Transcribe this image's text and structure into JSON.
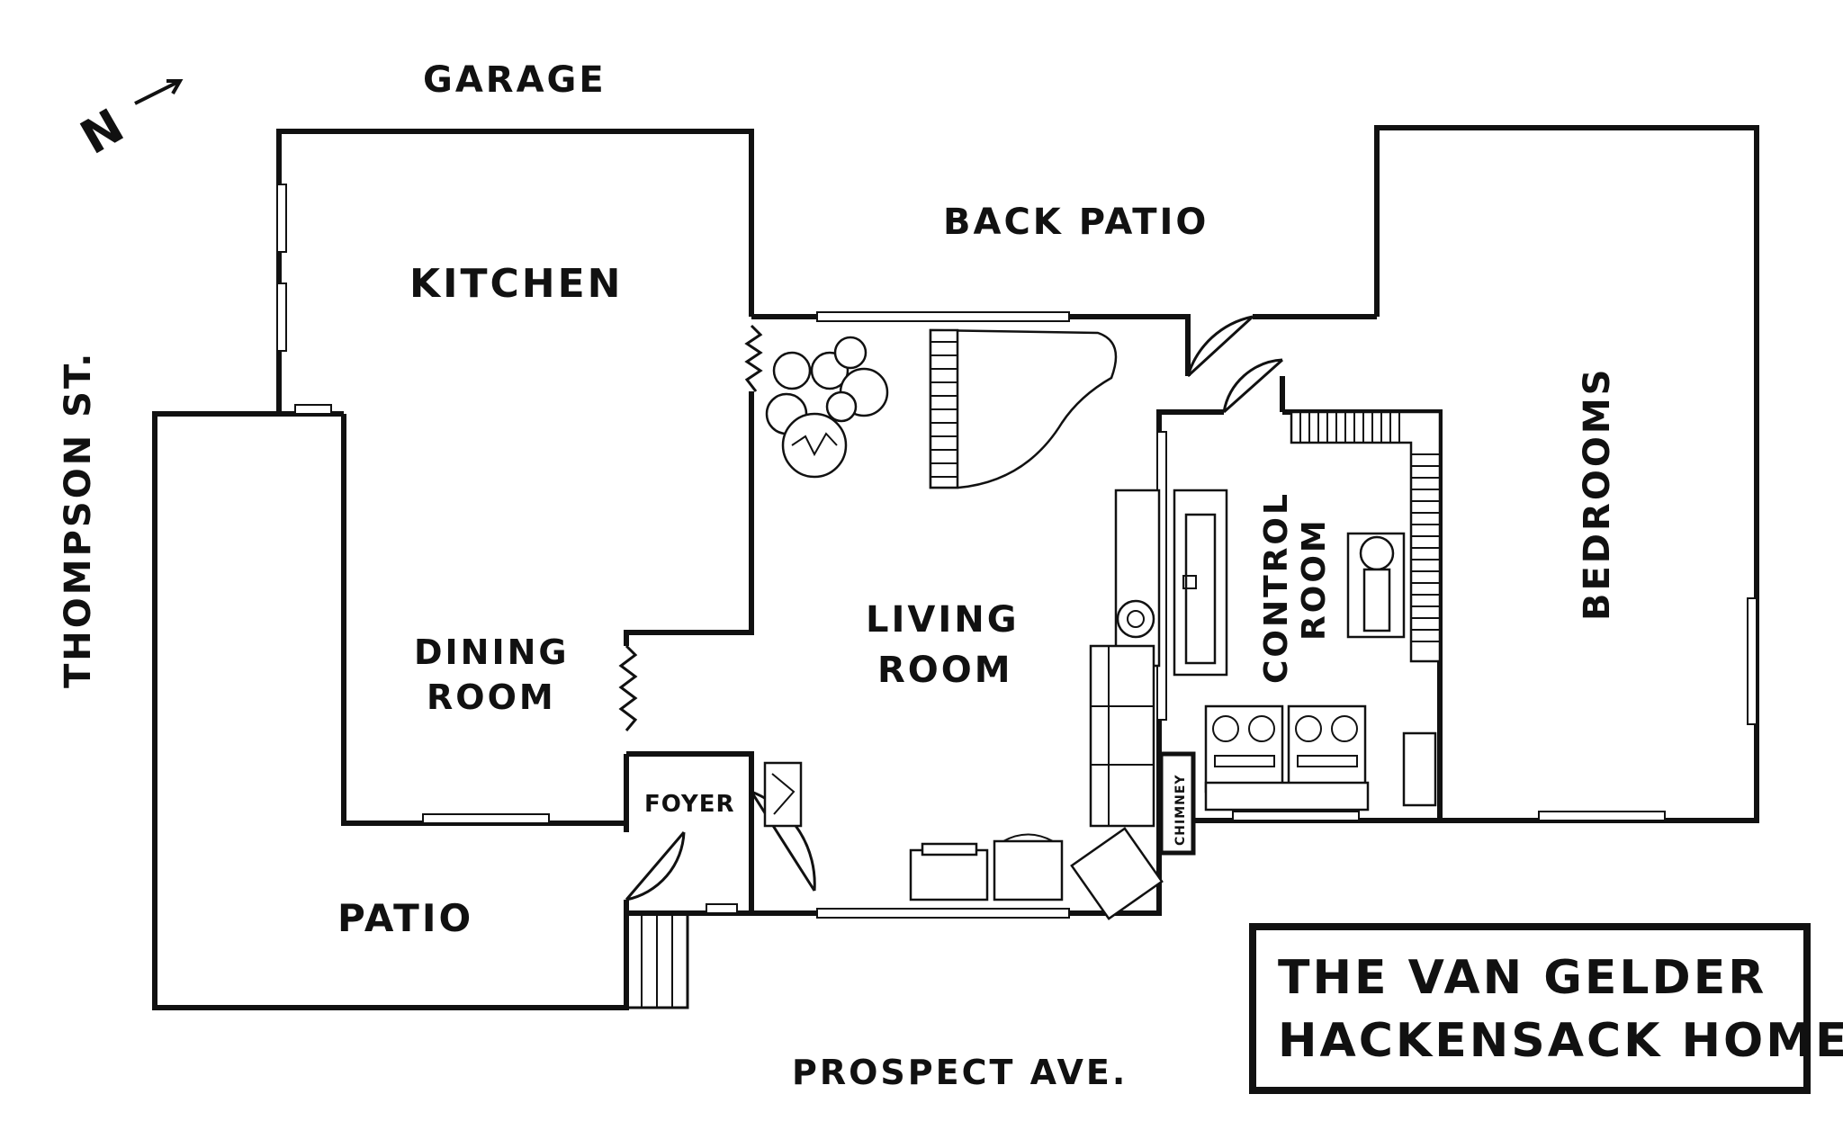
{
  "labels": {
    "garage": "GARAGE",
    "back_patio": "BACK PATIO",
    "kitchen": "KITCHEN",
    "dining_line1": "DINING",
    "dining_line2": "ROOM",
    "living_line1": "LIVING",
    "living_line2": "ROOM",
    "control_line1": "CONTROL",
    "control_line2": "ROOM",
    "bedrooms": "BEDROOMS",
    "foyer": "FOYER",
    "patio": "PATIO",
    "chimney": "CHIMNEY",
    "thompson": "THOMPSON ST.",
    "prospect": "PROSPECT AVE.",
    "north": "N"
  },
  "title": {
    "line1": "THE VAN GELDER",
    "line2": "HACKENSACK HOME"
  }
}
